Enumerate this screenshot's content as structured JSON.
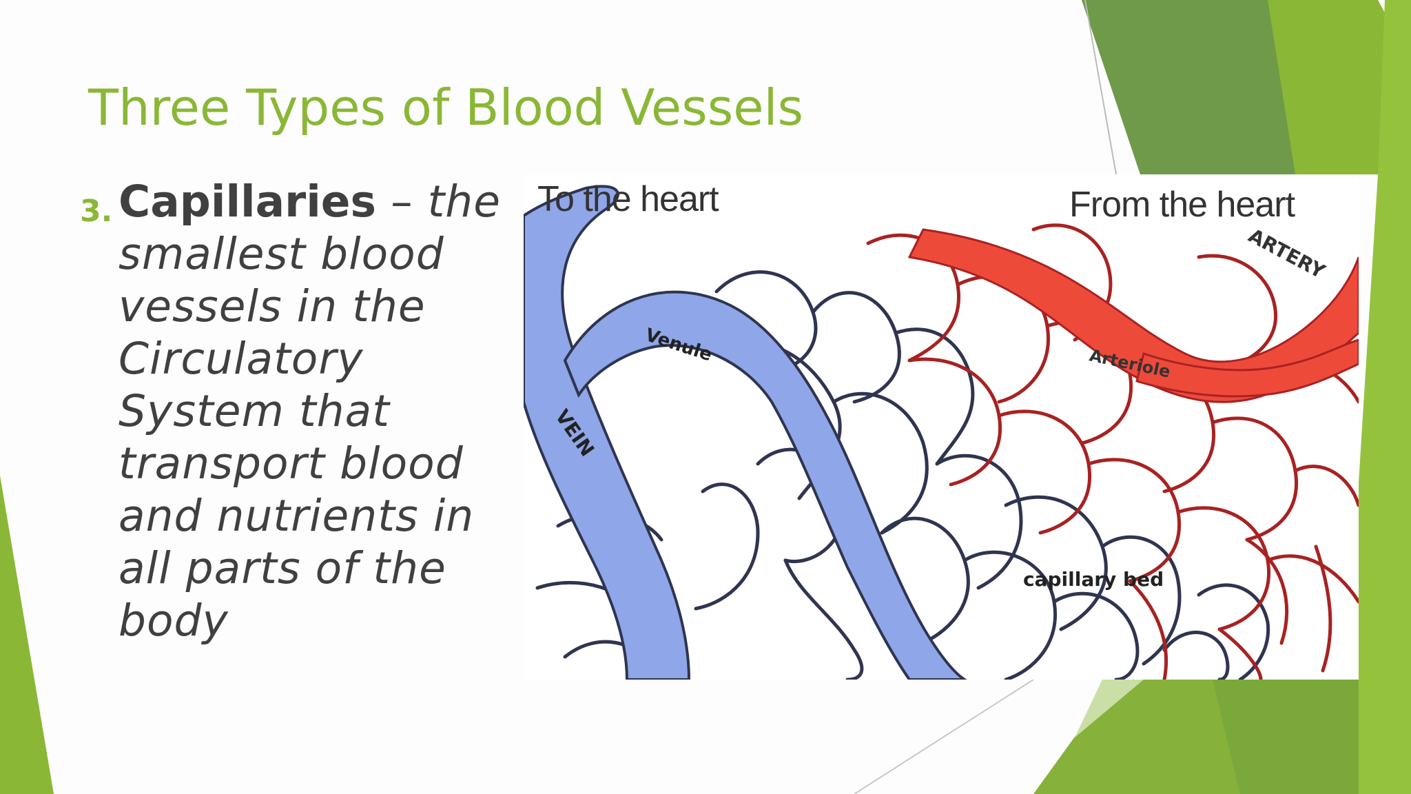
{
  "slide": {
    "title": "Three Types of Blood Vessels",
    "list_item": {
      "number": "3.",
      "term": "Capillaries",
      "dash": " – ",
      "description": "the smallest blood vessels in the Circulatory System that transport blood and nutrients in all parts of the body"
    }
  },
  "figure": {
    "to_heart_label": "To the heart",
    "from_heart_label": "From the heart",
    "labels": {
      "artery": "ARTERY",
      "arteriole": "Arteriole",
      "venule": "Venule",
      "vein": "VEIN",
      "capillary_bed": "capillary bed"
    },
    "colors": {
      "vein": "#8fa6e8",
      "artery": "#ee4a3a",
      "capillary_venous": "#2f3550",
      "capillary_arterial": "#a82222"
    }
  },
  "theme": {
    "accent_green": "#8ab735",
    "dark_green": "#6f9a4a",
    "text_gray": "#404040"
  }
}
